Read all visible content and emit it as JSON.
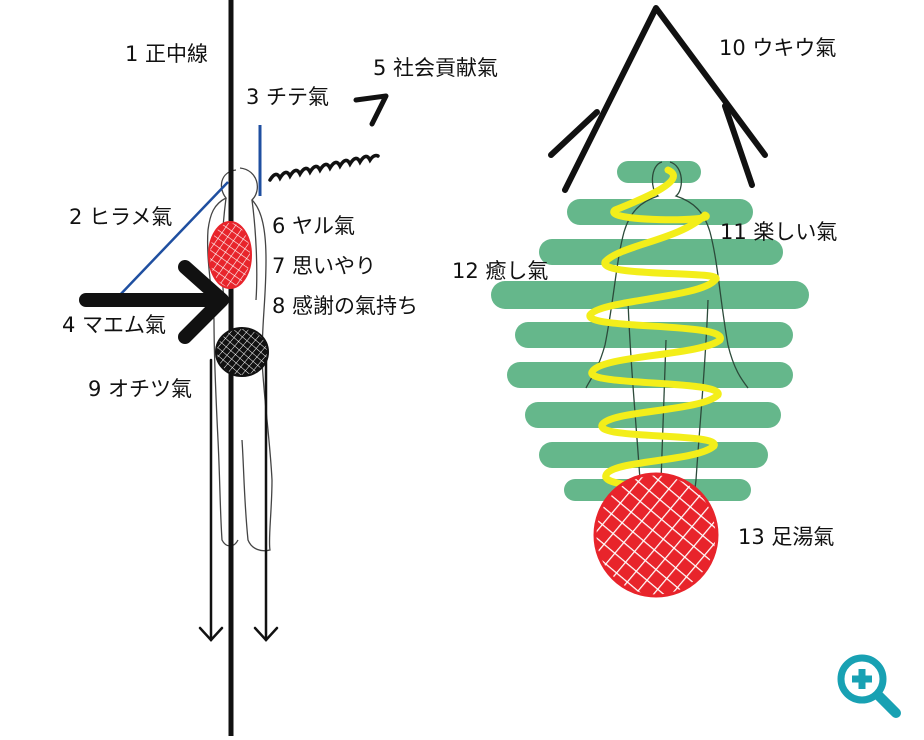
{
  "labels": {
    "l1": "1 正中線",
    "l2": "2 ヒラメ氣",
    "l3": "3 チテ氣",
    "l4": "4 マエム氣",
    "l5": "5 社会貢献氣",
    "l6": "6 ヤル氣",
    "l7": "7 思いやり",
    "l8": "8 感謝の氣持ち",
    "l9": "9 オチツ氣",
    "l10": "10 ウキウ氣",
    "l11": "11 楽しい氣",
    "l12": "12 癒し氣",
    "l13": "13 足湯氣"
  },
  "colors": {
    "line": "#111111",
    "blue": "#1f4fa0",
    "red": "#e8242b",
    "green": "#3aa36b",
    "yellow": "#f3ee1a",
    "zoom": "#18a1b3"
  },
  "icons": {
    "zoom": "zoom-in-icon"
  }
}
